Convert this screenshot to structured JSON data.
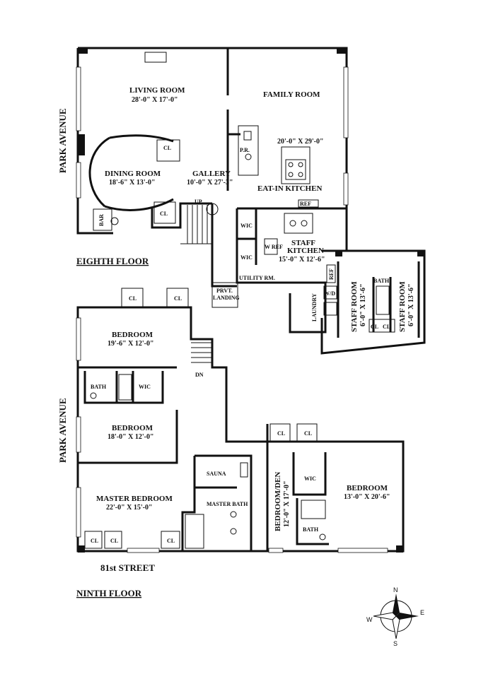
{
  "floors": {
    "eighth": "EIGHTH FLOOR",
    "ninth": "NINTH FLOOR"
  },
  "streets": {
    "park_avenue_upper": "PARK AVENUE",
    "park_avenue_lower": "PARK AVENUE",
    "street_81": "81st STREET"
  },
  "rooms": {
    "living_room": {
      "name": "LIVING ROOM",
      "dims": "28'-0\" X 17'-0\""
    },
    "family_room": {
      "name": "FAMILY ROOM",
      "dims": "20'-0\" X 29'-0\""
    },
    "dining_room": {
      "name": "DINING ROOM",
      "dims": "18'-6\" X 13'-0\""
    },
    "gallery": {
      "name": "GALLERY",
      "dims": "10'-0\" X 27'-3\""
    },
    "eat_in_kitchen": {
      "name": "EAT-IN KITCHEN"
    },
    "staff_kitchen": {
      "name": "STAFF",
      "name2": "KITCHEN",
      "dims": "15'-0\" X 12'-6\""
    },
    "staff_room_1": {
      "name": "STAFF ROOM",
      "dims": "6'-0\" X 13'-6\""
    },
    "staff_room_2": {
      "name": "STAFF ROOM",
      "dims": "6'-0\" X 13'-6\""
    },
    "bedroom_1": {
      "name": "BEDROOM",
      "dims": "19'-6\" X 12'-0\""
    },
    "bedroom_2": {
      "name": "BEDROOM",
      "dims": "18'-0\" X 12'-0\""
    },
    "master_bedroom": {
      "name": "MASTER BEDROOM",
      "dims": "22'-0\" X 15'-0\""
    },
    "bedroom_den": {
      "name": "BEDROOM/DEN",
      "dims": "12'-0\" X 17'-0\""
    },
    "bedroom_3": {
      "name": "BEDROOM",
      "dims": "13'-0\" X 20'-6\""
    }
  },
  "labels": {
    "cl": "CL",
    "bar": "BAR",
    "pr": "P.R.",
    "ref": "REF",
    "up": "UP",
    "dn": "DN",
    "wic": "WIC",
    "w_ref": "W REF",
    "utility": "UTILITY RM.",
    "prvt": "PRVT.",
    "landing": "LANDING",
    "laundry": "LAUNDRY",
    "wd": "W/D",
    "bath": "BATH",
    "sauna": "SAUNA",
    "master_bath": "MASTER BATH"
  },
  "compass": {
    "n": "N",
    "s": "S",
    "e": "E",
    "w": "W"
  }
}
